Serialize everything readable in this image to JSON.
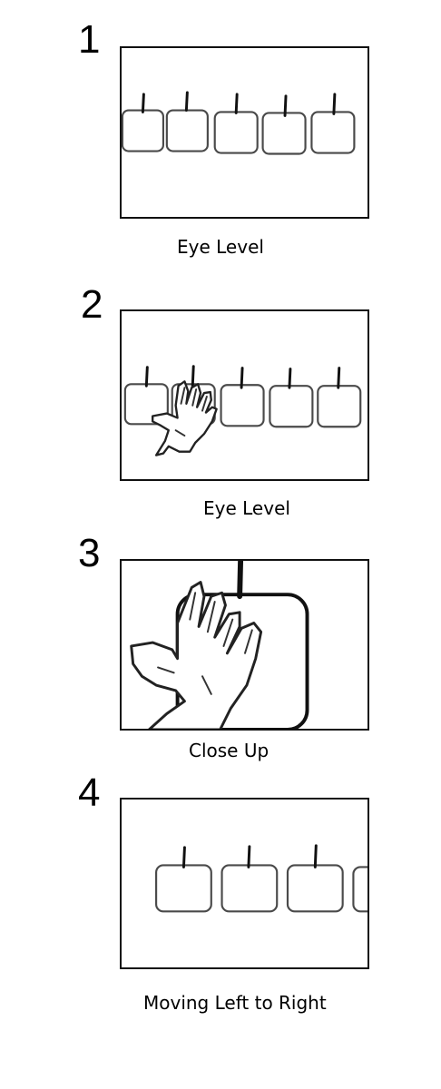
{
  "panels": [
    {
      "number": "1",
      "caption": "Eye Level",
      "icons": [
        "box-icon",
        "stick-icon"
      ]
    },
    {
      "number": "2",
      "caption": "Eye Level",
      "icons": [
        "box-icon",
        "stick-icon",
        "hand-icon"
      ]
    },
    {
      "number": "3",
      "caption": "Close Up",
      "icons": [
        "box-icon",
        "stick-icon",
        "hand-icon"
      ]
    },
    {
      "number": "4",
      "caption": "Moving Left to Right",
      "icons": [
        "box-icon",
        "stick-icon"
      ]
    }
  ]
}
